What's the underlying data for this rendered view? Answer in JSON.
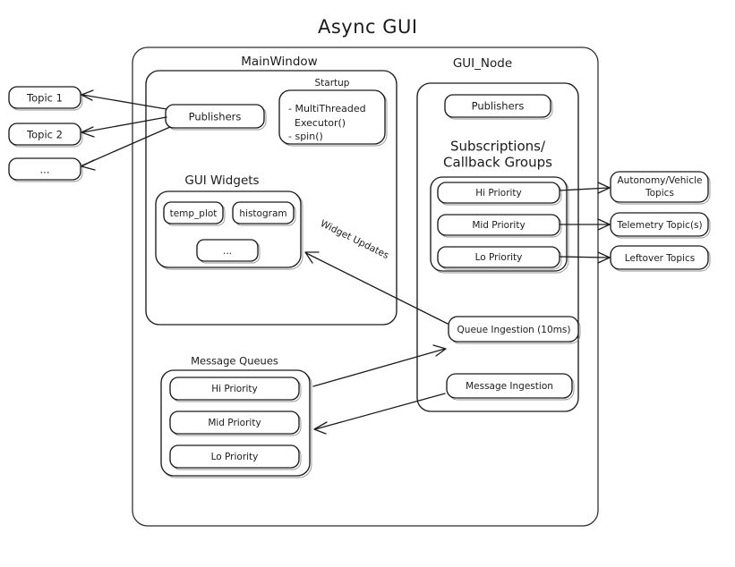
{
  "diagram": {
    "title": "Async GUI",
    "external_topics_left": [
      {
        "label": "Topic 1"
      },
      {
        "label": "Topic 2"
      },
      {
        "label": "..."
      }
    ],
    "external_topics_right": [
      {
        "label_line1": "Autonomy/Vehicle",
        "label_line2": "Topics"
      },
      {
        "label_line1": "Telemetry Topic(s)",
        "label_line2": ""
      },
      {
        "label_line1": "Leftover Topics",
        "label_line2": ""
      }
    ],
    "main_window": {
      "title": "MainWindow",
      "publishers_label": "Publishers",
      "startup": {
        "title": "Startup",
        "items": [
          "- MultiThreaded",
          "Executor()",
          "- spin()"
        ]
      },
      "gui_widgets": {
        "title": "GUI Widgets",
        "widgets": [
          "temp_plot",
          "histogram",
          "..."
        ]
      }
    },
    "gui_node": {
      "title": "GUI_Node",
      "publishers_label": "Publishers",
      "subscriptions": {
        "title_line1": "Subscriptions/",
        "title_line2": "Callback Groups",
        "groups": [
          "Hi Priority",
          "Mid Priority",
          "Lo Priority"
        ]
      },
      "queue_ingestion_label": "Queue Ingestion (10ms)",
      "message_ingestion_label": "Message Ingestion"
    },
    "message_queues": {
      "title": "Message Queues",
      "queues": [
        "Hi Priority",
        "Mid Priority",
        "Lo Priority"
      ]
    },
    "edges": [
      {
        "label": "Widget Updates"
      }
    ],
    "colors": {
      "background": "#ffffff",
      "stroke": "#1b1b1b",
      "ghost_stroke": "#6f6f6f"
    }
  }
}
